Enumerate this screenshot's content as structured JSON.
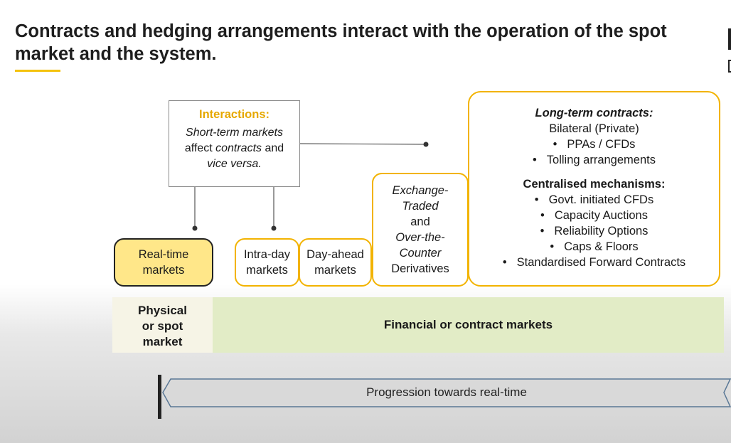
{
  "slide": {
    "title": "Contracts and hedging arrangements interact with the operation of the spot market and the system.",
    "accent_color": "#f4c20d"
  },
  "interactions": {
    "heading": "Interactions:",
    "line1": "Short-term markets",
    "line2_pre": "affect ",
    "line2_italic": "contracts",
    "line2_post": " and",
    "line3": "vice versa."
  },
  "markets": {
    "realtime": [
      "Real-time",
      "markets"
    ],
    "intraday": [
      "Intra-day",
      "markets"
    ],
    "dayahead": [
      "Day-ahead",
      "markets"
    ],
    "exchange": [
      "Exchange-",
      "Traded",
      "and",
      "Over-the-",
      "Counter",
      "Derivatives"
    ]
  },
  "longterm": {
    "heading": "Long-term contracts:",
    "sub": "Bilateral (Private)",
    "bullets": [
      "PPAs / CFDs",
      "Tolling arrangements"
    ],
    "central_heading": "Centralised mechanisms:",
    "central_bullets": [
      "Govt. initiated CFDs",
      "Capacity Auctions",
      "Reliability Options",
      "Caps & Floors",
      "Standardised Forward Contracts"
    ]
  },
  "bands": {
    "physical": [
      "Physical",
      "or spot",
      "market"
    ],
    "financial": "Financial or contract markets"
  },
  "progression": {
    "label": "Progression towards real-time"
  },
  "colors": {
    "gold": "#f2b300",
    "realtime_fill": "#ffe789",
    "physical_fill": "#f6f4e6",
    "financial_fill": "#e2ecc6",
    "arrow_stroke": "#5a7896"
  }
}
